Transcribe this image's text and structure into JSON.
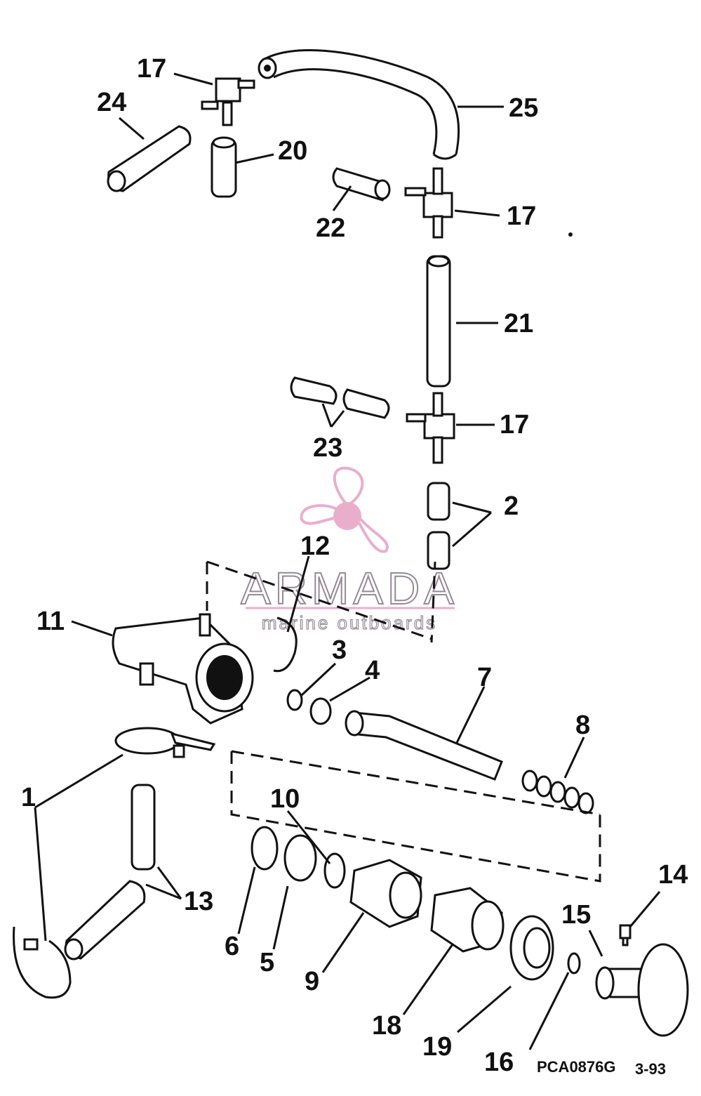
{
  "callouts": {
    "c1": "1",
    "c2": "2",
    "c3": "3",
    "c4": "4",
    "c5": "5",
    "c6": "6",
    "c7": "7",
    "c8": "8",
    "c9": "9",
    "c10": "10",
    "c11": "11",
    "c12": "12",
    "c13": "13",
    "c14": "14",
    "c15": "15",
    "c16": "16",
    "c17a": "17",
    "c17b": "17",
    "c17c": "17",
    "c18": "18",
    "c19": "19",
    "c20": "20",
    "c21": "21",
    "c22": "22",
    "c23": "23",
    "c24": "24",
    "c25": "25"
  },
  "watermark": {
    "brand": "ARMADA",
    "tagline": "marine outboards",
    "accent": "#e8a6c8"
  },
  "footer": {
    "code": "PCA0876G",
    "date": "3-93"
  }
}
